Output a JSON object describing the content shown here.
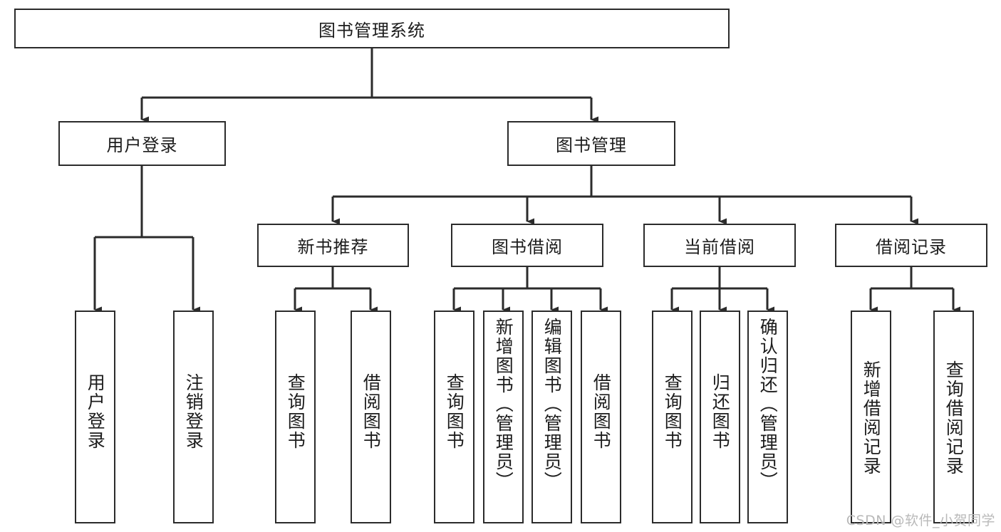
{
  "diagram": {
    "type": "tree",
    "title": "图书管理系统",
    "root": {
      "label": "图书管理系统"
    },
    "level1": [
      {
        "label": "用户登录"
      },
      {
        "label": "图书管理"
      }
    ],
    "level2": [
      {
        "label": "新书推荐"
      },
      {
        "label": "图书借阅"
      },
      {
        "label": "当前借阅"
      },
      {
        "label": "借阅记录"
      }
    ],
    "leaves": {
      "user_login": [
        {
          "label": "用户登录"
        },
        {
          "label": "注销登录"
        }
      ],
      "new_book": [
        {
          "label": "查询图书"
        },
        {
          "label": "借阅图书"
        }
      ],
      "book_borrow": [
        {
          "label": "查询图书"
        },
        {
          "label": "新增图书（管理员）"
        },
        {
          "label": "编辑图书（管理员）"
        },
        {
          "label": "借阅图书"
        }
      ],
      "current_borrow": [
        {
          "label": "查询图书"
        },
        {
          "label": "归还图书"
        },
        {
          "label": "确认归还（管理员）"
        }
      ],
      "borrow_record": [
        {
          "label": "新增借阅记录"
        },
        {
          "label": "查询借阅记录"
        }
      ]
    }
  },
  "watermark": {
    "text": "CSDN @软件_小贺同学"
  },
  "colors": {
    "stroke": "#2b2b2b",
    "text": "#1c1c1c",
    "background": "#ffffff",
    "watermark": "#b9b9b9"
  }
}
